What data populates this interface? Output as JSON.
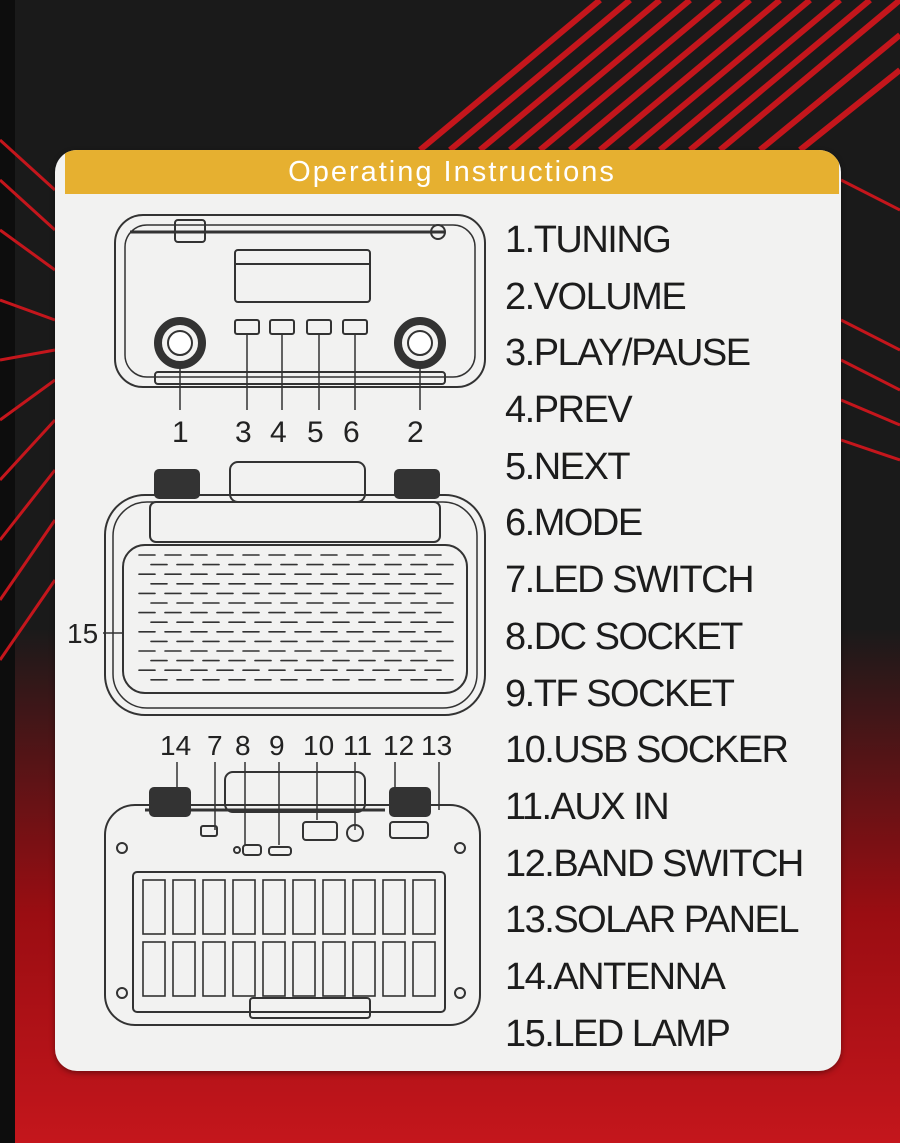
{
  "card": {
    "title": "Operating Instructions",
    "items": [
      "1.TUNING",
      "2.VOLUME",
      "3.PLAY/PAUSE",
      "4.PREV",
      "5.NEXT",
      "6.MODE",
      "7.LED SWITCH",
      "8.DC SOCKET",
      "9.TF SOCKET",
      "10.USB SOCKER",
      "11.AUX IN",
      "12.BAND SWITCH",
      "13.SOLAR PANEL",
      "14.ANTENNA",
      "15.LED LAMP"
    ]
  },
  "front_diagram": {
    "callouts": [
      "1",
      "3",
      "4",
      "5",
      "6",
      "2"
    ]
  },
  "lamp_diagram": {
    "callouts": [
      "15"
    ]
  },
  "back_diagram": {
    "callouts": [
      "14",
      "7",
      "8",
      "9",
      "10",
      "11",
      "12",
      "13"
    ]
  },
  "colors": {
    "box_black": "#1a1a1a",
    "accent_red": "#c4161c",
    "header_gold": "#e6b030",
    "card_white": "#f2f2f1"
  }
}
